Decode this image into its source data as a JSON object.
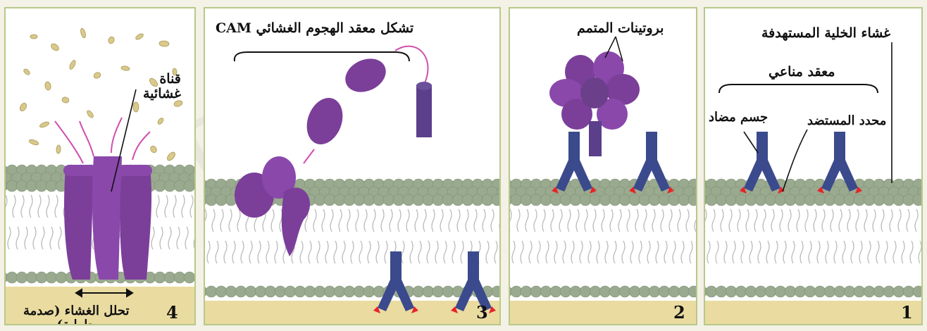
{
  "panels": [
    {
      "number": "4",
      "labels": {
        "channel": "قناة\nغشائية",
        "lysis": "تحلل الغشاء (صدمة\nحلولية)"
      }
    },
    {
      "number": "3",
      "labels": {
        "cam": "تشكل معقد الهجوم الغشائي CAM"
      }
    },
    {
      "number": "2",
      "labels": {
        "complement": "بروتينات المتمم"
      }
    },
    {
      "number": "1",
      "labels": {
        "membrane": "غشاء الخلية المستهدفة",
        "immune_complex": "معقد مناعي",
        "antibody": "جسم مضاد",
        "epitope": "محدد المستضد"
      }
    }
  ],
  "colors": {
    "protein": "#7b3f9a",
    "antibody": "#3b4a8c",
    "antigen_tip": "#e8232a",
    "membrane_head": "#9aaa8f",
    "arrow": "#d04fb0",
    "panel_border": "#b7c98a"
  }
}
